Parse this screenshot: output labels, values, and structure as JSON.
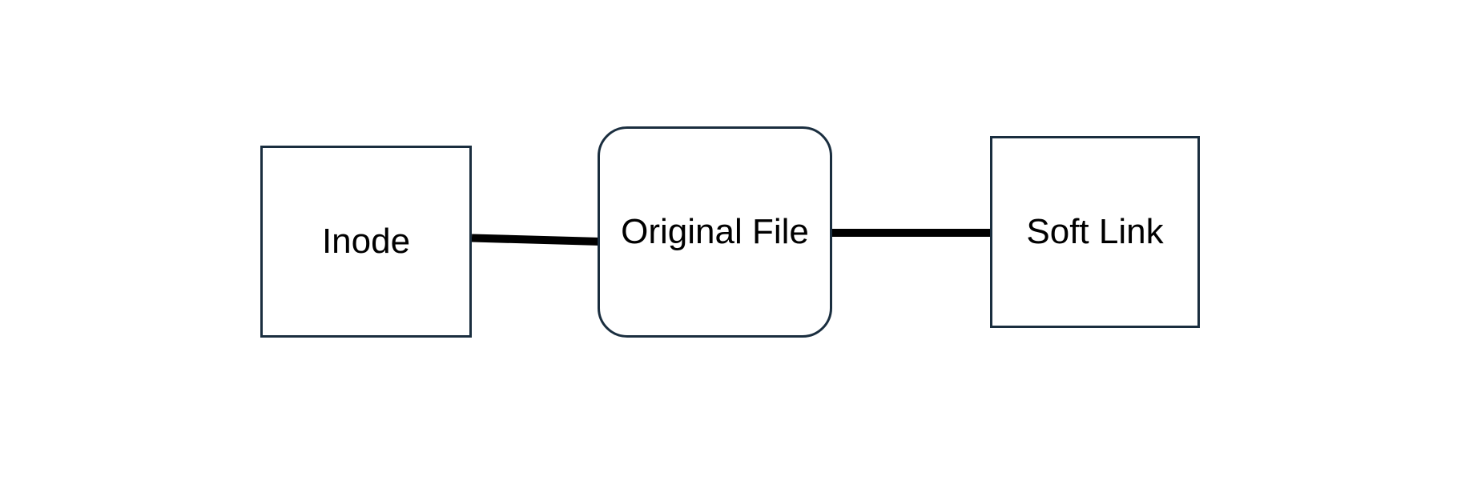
{
  "diagram": {
    "background_color": "#ffffff",
    "colors": {
      "node_border": "#1a2e3f",
      "node_fill": "#ffffff",
      "connector": "#000000",
      "label_text": "#000000"
    },
    "nodes": [
      {
        "id": "inode",
        "label": "Inode",
        "shape": "rectangle"
      },
      {
        "id": "original-file",
        "label": "Original File",
        "shape": "rounded-rectangle"
      },
      {
        "id": "soft-link",
        "label": "Soft Link",
        "shape": "rectangle"
      }
    ],
    "connectors": [
      {
        "from": "Inode",
        "to": "Original File",
        "style": "thick-solid-line"
      },
      {
        "from": "Original File",
        "to": "Soft Link",
        "style": "thick-solid-line"
      }
    ]
  }
}
